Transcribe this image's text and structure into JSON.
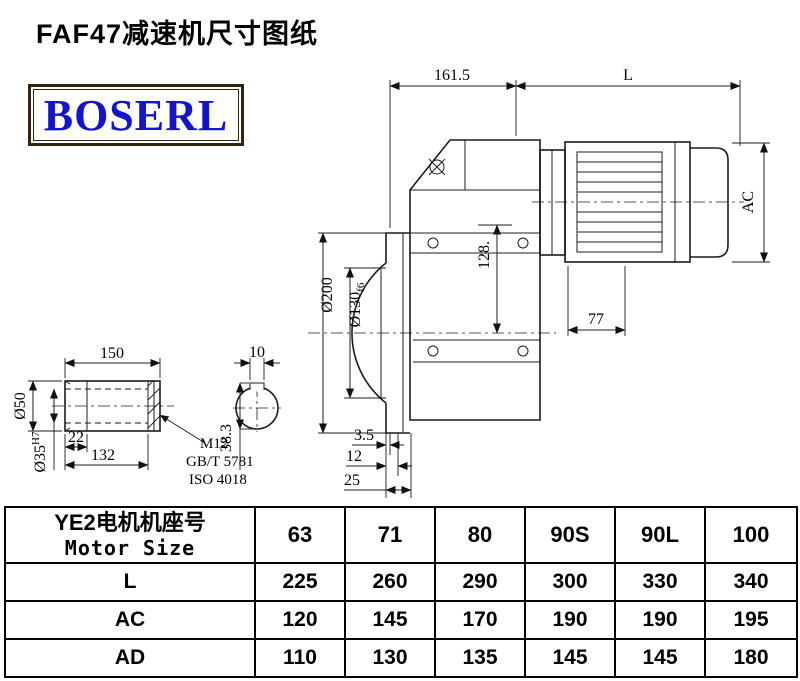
{
  "page": {
    "title": "FAF47减速机尺寸图纸",
    "logo_text": "BOSERL"
  },
  "drawing": {
    "dims": {
      "top_left": "161.5",
      "motor_length": "L",
      "motor_height": "AC",
      "flange_od": "Ø200",
      "spigot_main": "Ø130",
      "spigot_tol": "f6",
      "center_dim": "128.",
      "dim_77": "77",
      "dim_3_5": "3.5",
      "dim_12": "12",
      "dim_25": "25",
      "key_depth": "38.3",
      "shaft_length": "150",
      "key_width": "10",
      "shaft_od": "Ø50",
      "bore_main": "Ø35",
      "bore_tol": "H7",
      "dim_22": "22",
      "dim_132": "132",
      "thread": "M12",
      "standard_gb": "GB/T 5781",
      "standard_iso": "ISO 4018"
    }
  },
  "table": {
    "header": {
      "col0_line1": "YE2电机机座号",
      "col0_line2": "Motor Size",
      "cols": [
        "63",
        "71",
        "80",
        "90S",
        "90L",
        "100"
      ]
    },
    "rows": [
      {
        "label": "L",
        "values": [
          "225",
          "260",
          "290",
          "300",
          "330",
          "340"
        ]
      },
      {
        "label": "AC",
        "values": [
          "120",
          "145",
          "170",
          "190",
          "190",
          "195"
        ]
      },
      {
        "label": "AD",
        "values": [
          "110",
          "130",
          "135",
          "145",
          "145",
          "180"
        ]
      }
    ]
  }
}
